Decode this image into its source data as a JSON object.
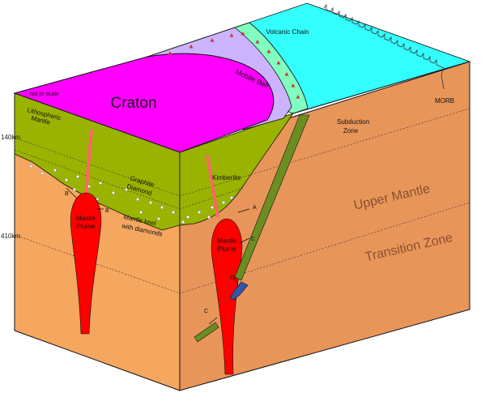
{
  "labels": {
    "craton": "Craton",
    "mobile_belt": "Mobile Belt",
    "volcanic_chain": "Volcanic Chain",
    "lithospheric_mantle": [
      "Lithospheric",
      "Mantle"
    ],
    "subduction_zone": [
      "Subduction",
      "Zone"
    ],
    "morb": "MORB",
    "graphite": "Graphite",
    "diamond": "Diamond",
    "kimberlite": "Kimberlite",
    "upper_mantle": "Upper Mantle",
    "transition_zone": "Transition Zone",
    "mantle_plume_left": [
      "Mantle",
      "Plume"
    ],
    "mantle_plume_right": [
      "Mantle",
      "Plume"
    ],
    "mantle_keel": [
      "Mantle keel",
      "with diamonds"
    ],
    "not_to_scale": "not to scale",
    "depth_140": "140km",
    "depth_410": "410km",
    "marker_a": "A",
    "marker_b": "B",
    "marker_c": "C"
  },
  "colors": {
    "craton": "#ff00ff",
    "mobile_belt": "#ccb3ff",
    "volcanic_chain": "#80ffbf",
    "ocean": "#33ffff",
    "lithospheric_mantle": "#99b300",
    "mantle": "#f5a65f",
    "mantle_shade": "#e8955a",
    "plume": "#ff0000",
    "kimberlite": "#ff6666",
    "slab": "#6b8e23",
    "slab_blue": "#3355aa",
    "volcano": "#cc3333"
  }
}
